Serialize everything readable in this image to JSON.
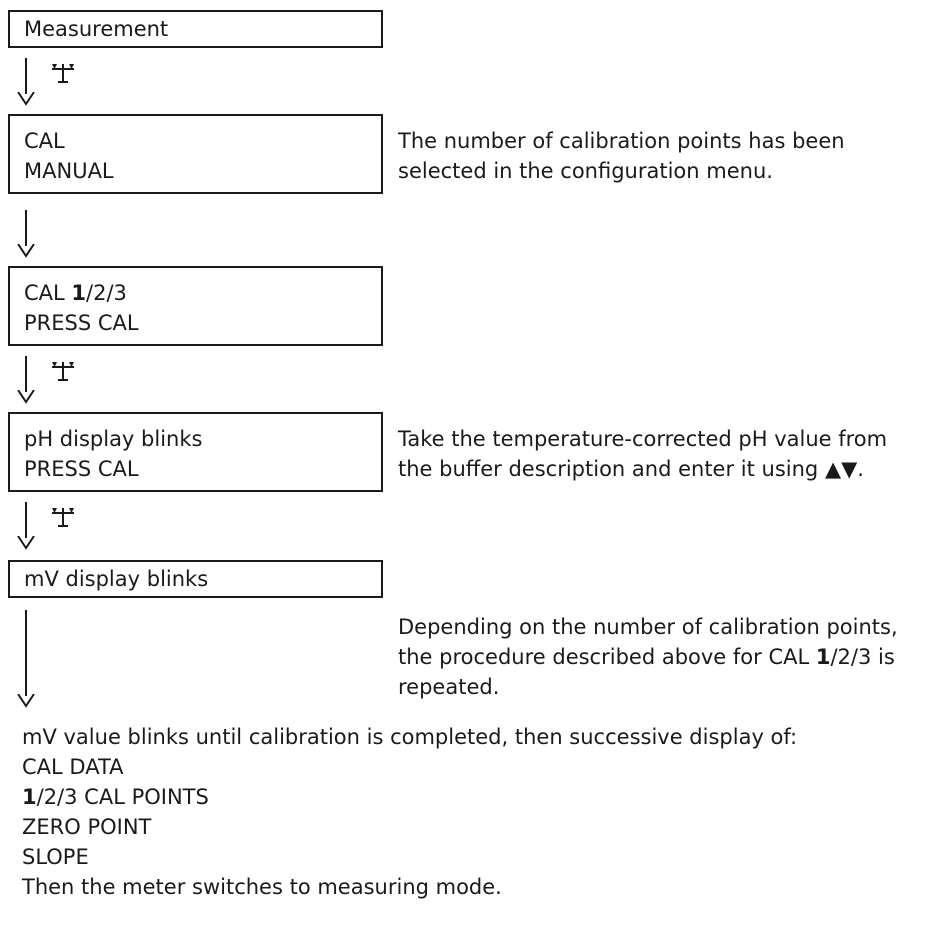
{
  "steps": {
    "measurement": "Measurement",
    "cal_line1": "CAL",
    "cal_line2": "MANUAL",
    "cal123_prefix": "CAL ",
    "cal123_bold": "1",
    "cal123_suffix": "/2/3",
    "press_cal_1": "PRESS CAL",
    "ph_blinks": "pH display blinks",
    "press_cal_2": "PRESS CAL",
    "mv_blinks": "mV display blinks"
  },
  "notes": {
    "calibration_points_line1": "The number of calibration points has been",
    "calibration_points_line2": "selected in the configuration menu.",
    "buffer_line1": "Take the temperature-corrected pH value from",
    "buffer_line2_text": "the buffer description and enter it using ",
    "buffer_line2_arrows": "▲▼",
    "buffer_line2_end": ".",
    "repeat_line1": "Depending on the number of calibration points,",
    "repeat_line2_prefix": "the procedure described above for CAL ",
    "repeat_line2_bold": "1",
    "repeat_line2_suffix": "/2/3 is",
    "repeat_line3": "repeated."
  },
  "summary": {
    "line1": "mV value blinks until calibration is completed, then successive display of:",
    "line2": "CAL DATA",
    "line3_bold": "1",
    "line3_rest": "/2/3 CAL POINTS",
    "line4": "ZERO POINT",
    "line5": "SLOPE",
    "line6": "Then the meter switches to measuring mode."
  },
  "icons": {
    "cal_key": "cal-key-icon",
    "arrow": "down-arrow-icon"
  }
}
